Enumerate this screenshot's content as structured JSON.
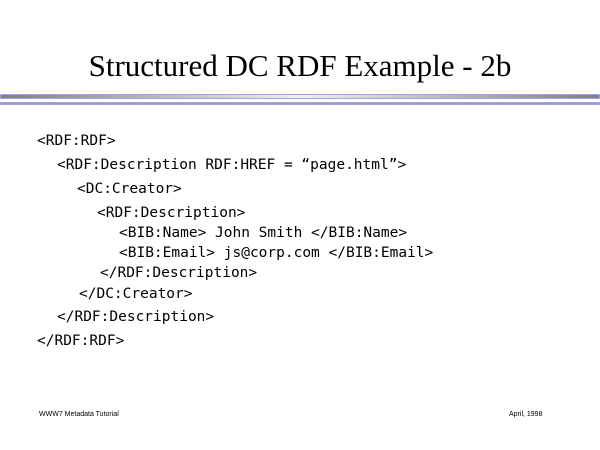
{
  "title": "Structured DC RDF Example - 2b",
  "code": [
    "<RDF:RDF>",
    "<RDF:Description RDF:HREF = “page.html”>",
    "<DC:Creator>",
    "<RDF:Description>",
    "<BIB:Name> John Smith </BIB:Name>",
    "<BIB:Email> js@corp.com </BIB:Email>",
    "</RDF:Description>",
    "</DC:Creator>",
    "</RDF:Description>",
    "</RDF:RDF>"
  ],
  "footer": {
    "left": "WWW7 Metadata Tutorial",
    "right": "April, 1998"
  }
}
